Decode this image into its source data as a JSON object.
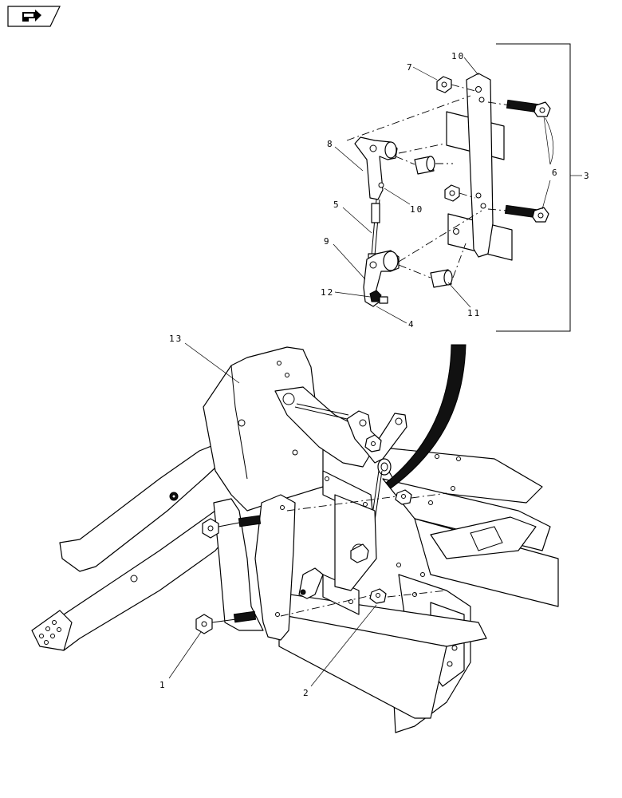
{
  "callouts": {
    "c1": "1",
    "c2": "2",
    "c3": "3",
    "c4": "4",
    "c5": "5",
    "c6": "6",
    "c7": "7",
    "c8": "8",
    "c9": "9",
    "c10a": "10",
    "c10b": "10",
    "c11": "11",
    "c12": "12",
    "c13": "13"
  },
  "icons": {
    "nav": "back-arrow-icon"
  },
  "colors": {
    "line": "#000000",
    "background": "#ffffff"
  }
}
